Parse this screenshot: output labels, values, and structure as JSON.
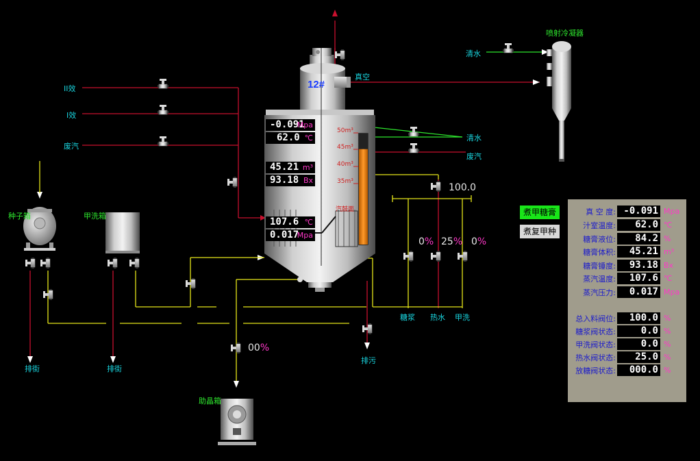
{
  "vessel": {
    "tag": "12#",
    "readings": {
      "vacuum": {
        "value": "-0.091",
        "unit": "Mpa"
      },
      "temp": {
        "value": "62.0",
        "unit": "℃"
      },
      "volume": {
        "value": "45.21",
        "unit": "m³"
      },
      "brix": {
        "value": "93.18",
        "unit": "Bx"
      },
      "steam_temp": {
        "value": "107.6",
        "unit": "℃"
      },
      "steam_pressure": {
        "value": "0.017",
        "unit": "Mpa"
      }
    },
    "level_marks": [
      "50m³",
      "45m³",
      "40m³",
      "35m³"
    ],
    "heater_label": "汽鼓面",
    "level_fill": 0.86
  },
  "labels": {
    "effect2": "II效",
    "effect1": "I效",
    "waste_steam_left": "废汽",
    "vacuum": "真空",
    "clear_water_top": "清水",
    "condenser": "喷射冷凝器",
    "clear_water_right": "清水",
    "waste_steam_right": "废汽",
    "seed_tank": "种子箱",
    "wash_tank": "甲洗箱",
    "drain1": "排街",
    "drain2": "排街",
    "sewage": "排污",
    "crystal_tank": "助晶箱",
    "syrup": "糖浆",
    "hot_water": "热水",
    "wash": "甲洗"
  },
  "valve_percents": {
    "feed_top": "100.0",
    "syrup": {
      "num": "0",
      "pct": "%"
    },
    "hot_water": {
      "num": "25",
      "pct": "%"
    },
    "wash": {
      "num": "0",
      "pct": "%"
    },
    "bottom": {
      "num": "00",
      "pct": "%"
    }
  },
  "buttons": {
    "boil_massecuite": "煮甲糖膏",
    "boil_reseed": "煮复甲种"
  },
  "panel": {
    "rows_top": [
      {
        "label": "真 空 度:",
        "value": "-0.091",
        "unit": "Mpa"
      },
      {
        "label": "汁室温度:",
        "value": "62.0",
        "unit": "℃"
      },
      {
        "label": "糖膏液位:",
        "value": "84.2",
        "unit": "%"
      },
      {
        "label": "糖膏体积:",
        "value": "45.21",
        "unit": "m³"
      },
      {
        "label": "糖膏锤度:",
        "value": "93.18",
        "unit": "Bx"
      },
      {
        "label": "蒸汽温度:",
        "value": "107.6",
        "unit": "℃"
      },
      {
        "label": "蒸汽压力:",
        "value": "0.017",
        "unit": "Mpa"
      }
    ],
    "rows_bottom": [
      {
        "label": "总入料阀位:",
        "value": "100.0",
        "unit": "%"
      },
      {
        "label": "糖浆阀状态:",
        "value": "0.0",
        "unit": "%"
      },
      {
        "label": "甲洗阀状态:",
        "value": "0.0",
        "unit": "%"
      },
      {
        "label": "热水阀状态:",
        "value": "25.0",
        "unit": "%"
      },
      {
        "label": "放糖阀状态:",
        "value": "000.0",
        "unit": "%"
      }
    ]
  },
  "colors": {
    "background": "#000000",
    "steam_line": "#c8102e",
    "water_line": "#2ee62e",
    "feed_line": "#e6e619",
    "label_cyan": "#19d6e0",
    "unit_pink": "#ff38c8",
    "level_orange": "#f07c10",
    "panel_bg": "#a09c8c",
    "active_button": "#19e619"
  }
}
